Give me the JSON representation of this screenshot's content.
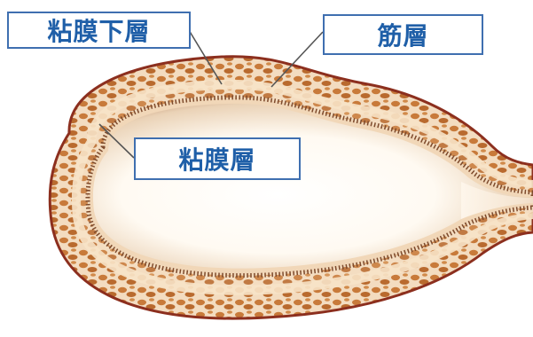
{
  "labels": {
    "submucosa": "粘膜下層",
    "muscle": "筋層",
    "mucosa": "粘膜層"
  },
  "colors": {
    "label_text": "#1f5fa8",
    "label_border": "#3f6fb0",
    "outer_wall": "#8c2f1e",
    "muscle_layer": "#c47a3c",
    "submucosa_layer": "#f3dcc0",
    "mucosa_fringe": "#8a5a3a",
    "lumen": "#fffdf8"
  }
}
